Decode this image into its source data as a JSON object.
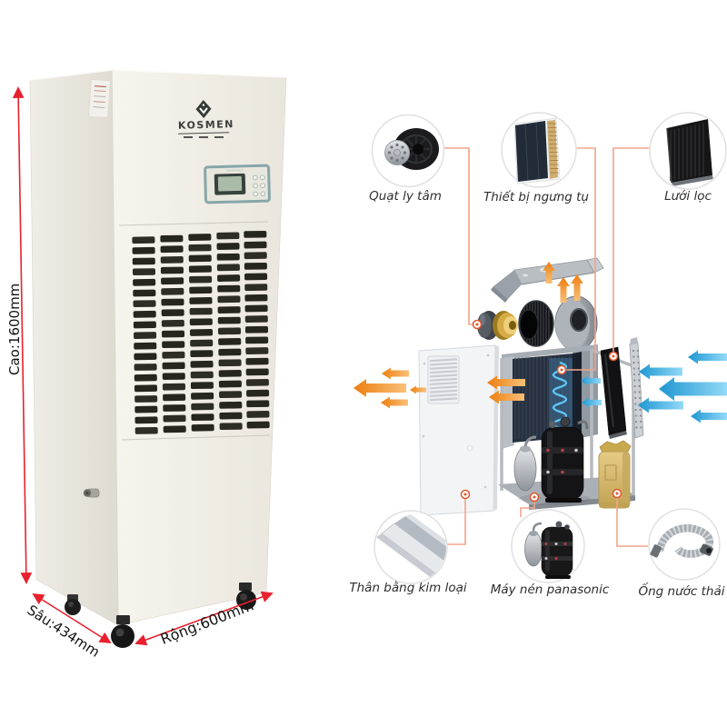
{
  "product": {
    "brand": "KOSMEN",
    "dimensions": {
      "height": "Cao:1600mm",
      "depth": "Sâu:434mm",
      "width": "Rộng:600mm"
    }
  },
  "diagram": {
    "top_components": [
      {
        "label": "Quạt ly tâm",
        "icon": "centrifugal-fan-icon"
      },
      {
        "label": "Thiết bị ngưng tụ",
        "icon": "condenser-coil-icon"
      },
      {
        "label": "Lưới lọc",
        "icon": "filter-mesh-icon"
      }
    ],
    "bottom_components": [
      {
        "label": "Thân bằng kim loại",
        "icon": "metal-profile-icon"
      },
      {
        "label": "Máy nén panasonic",
        "icon": "compressor-icon"
      },
      {
        "label": "Ống nước thải",
        "icon": "drain-hose-icon"
      }
    ]
  },
  "colors": {
    "dimension_red": "#e8212e",
    "connector_salmon": "#f2a489",
    "airflow_orange": "#f2921d",
    "airflow_blue": "#2ea7e0",
    "control_panel_teal": "#87a6aa"
  }
}
